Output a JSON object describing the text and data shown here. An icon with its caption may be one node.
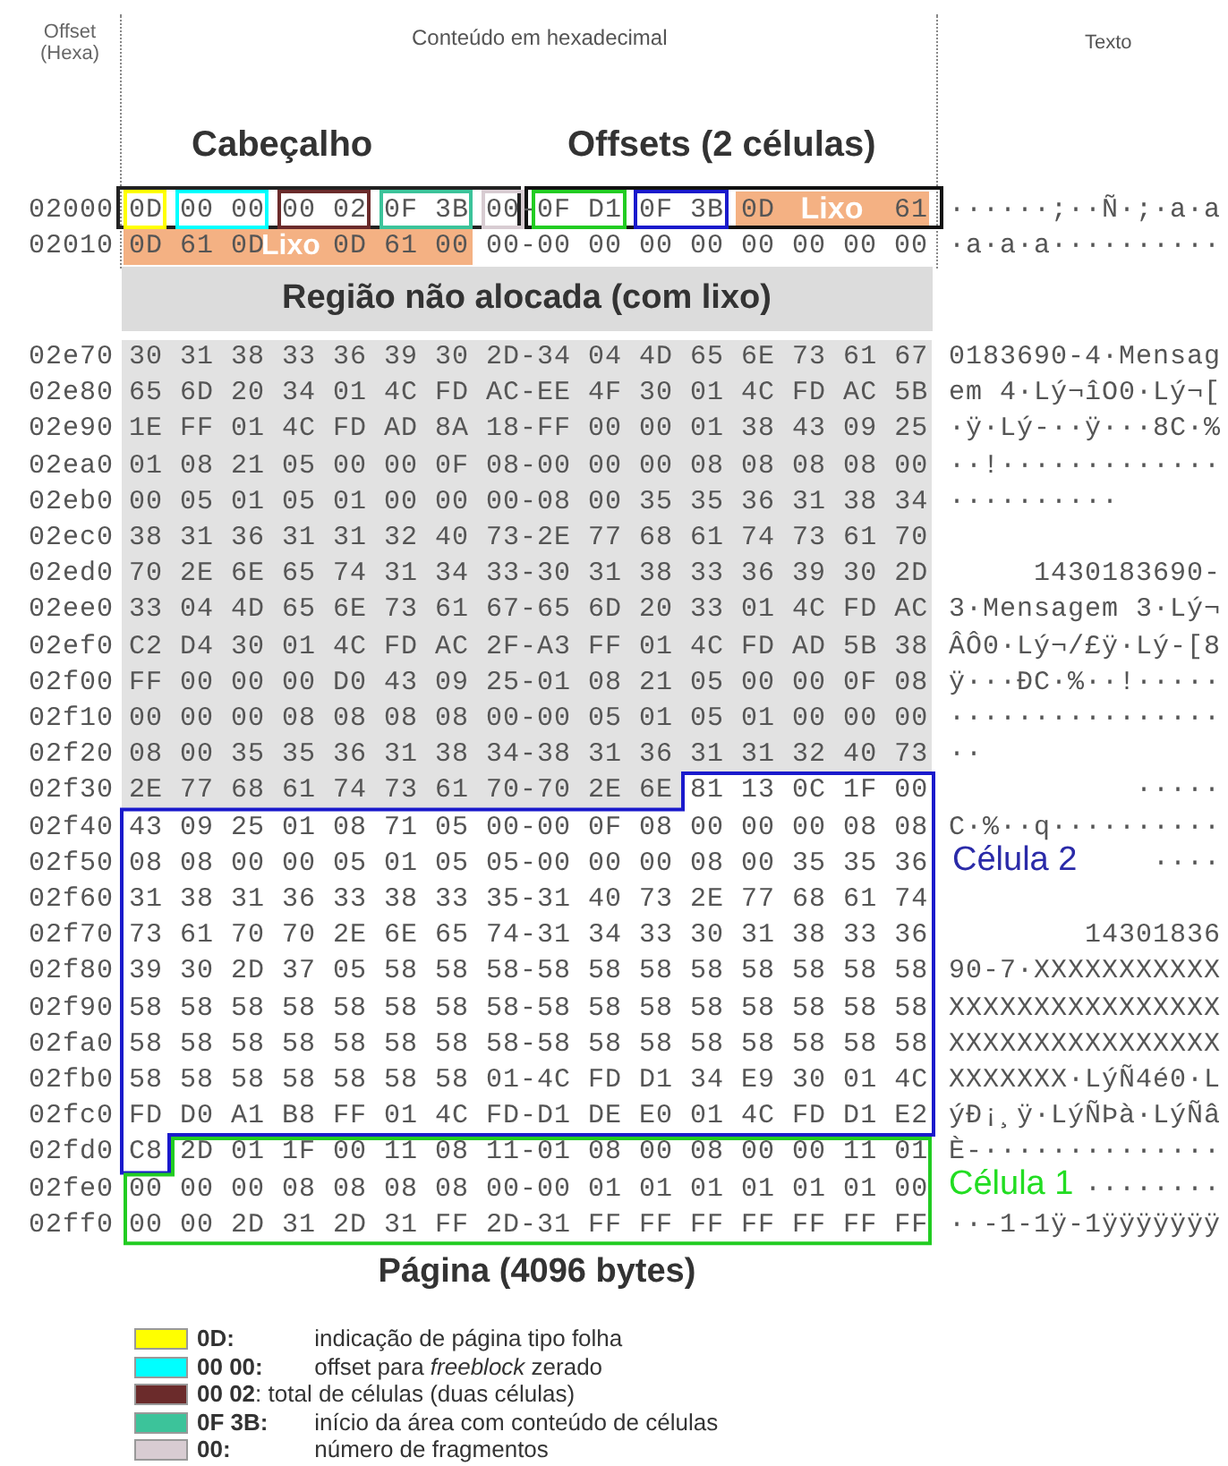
{
  "diagram": {
    "caption": "Página (4096 bytes)",
    "nodes": [
      {
        "text": [
          "Cabeçalho"
        ]
      },
      {
        "text": [
          "Offsets (2 células)"
        ]
      },
      {
        "text": [
          "Lixo"
        ],
        "in": 1
      },
      {
        "text": [
          "Lixo"
        ]
      },
      {
        "text": [
          "Região não alocada (com lixo)"
        ]
      },
      {
        "text": [
          "Célula 2"
        ]
      },
      {
        "text": [
          "Célula 1"
        ]
      }
    ],
    "edges": [],
    "labels": [
      "Offset (Hexa)",
      "Conteúdo em hexadecimal",
      "Texto",
      "02000",
      "0D 00 00 00 02 0F 3B 00-0F D1 0F 3B 0D",
      "61",
      "······;··Ñ·;·a·a",
      "02010",
      "0D 61 0D",
      "0D 61 00 00-00 00 00 00 00 00 00 00",
      "·a·a·a··········",
      "02e70",
      "30 31 38 33 36 39 30 2D-34 04 4D 65 6E 73 61 67",
      "0183690-4·Mensag",
      "02e80",
      "65 6D 20 34 01 4C FD AC-EE 4F 30 01 4C FD AC 5B",
      "em 4·Lý¬îO0·Lý¬[",
      "02e90",
      "1E FF 01 4C FD AD 8A 18-FF 00 00 01 38 43 09 25",
      "·ÿ·Lý-··ÿ···8C·%",
      "02ea0",
      "01 08 21 05 00 00 0F 08-00 00 00 08 08 08 08 00",
      "··!·············",
      "02eb0",
      "00 05 01 05 01 00 00 00-08 00 35 35 36 31 38 34",
      "··········",
      "02ec0",
      "38 31 36 31 31 32 40 73-2E 77 68 61 74 73 61 70",
      "02ed0",
      "70 2E 6E 65 74 31 34 33-30 31 38 33 36 39 30 2D",
      "1430183690-",
      "02ee0",
      "33 04 4D 65 6E 73 61 67-65 6D 20 33 01 4C FD AC",
      "3·Mensagem 3·Lý¬",
      "02ef0",
      "C2 D4 30 01 4C FD AC 2F-A3 FF 01 4C FD AD 5B 38",
      "ÂÔ0·Lý¬/£ÿ·Lý-[8",
      "02f00",
      "FF 00 00 00 D0 43 09 25-01 08 21 05 00 00 0F 08",
      "ÿ···ÐC·%··!·····",
      "02f10",
      "00 00 00 08 08 08 08 00-00 05 01 05 01 00 00 00",
      "················",
      "02f20",
      "08 00 35 35 36 31 38 34-38 31 36 31 31 32 40 73",
      "··",
      "02f30",
      "2E 77 68 61 74 73 61 70-70 2E 6E 81 13 0C 1F 00",
      "·····",
      "02f40",
      "43 09 25 01 08 71 05 00-00 0F 08 00 00 00 08 08",
      "C·%··q··········",
      "02f50",
      "08 08 00 00 05 01 05 05-00 00 00 08 00 35 35 36",
      "····",
      "02f60",
      "31 38 31 36 33 38 33 35-31 40 73 2E 77 68 61 74",
      "02f70",
      "73 61 70 70 2E 6E 65 74-31 34 33 30 31 38 33 36",
      "14301836",
      "02f80",
      "39 30 2D 37 05 58 58 58-58 58 58 58 58 58 58 58",
      "90-7·XXXXXXXXXXX",
      "02f90",
      "58 58 58 58 58 58 58 58-58 58 58 58 58 58 58 58",
      "XXXXXXXXXXXXXXXX",
      "02fa0",
      "58 58 58 58 58 58 58 58-58 58 58 58 58 58 58 58",
      "XXXXXXXXXXXXXXXX",
      "02fb0",
      "58 58 58 58 58 58 58 01-4C FD D1 34 E9 30 01 4C",
      "XXXXXXX·LýÑ4é0·L",
      "02fc0",
      "FD D0 A1 B8 FF 01 4C FD-D1 DE E0 01 4C FD D1 E2",
      "ýÐ¡¸ÿ·LýÑÞà·LýÑâ",
      "02fd0",
      "C8 2D 01 1F 00 11 08 11-01 08 00 08 00 00 11 01",
      "È-··············",
      "02fe0",
      "00 00 00 08 08 08 08 00-00 01 01 01 01 01 01 00",
      "········",
      "02ff0",
      "00 00 2D 31 2D 31 FF 2D-31 FF FF FF FF FF FF FF",
      "··-1-1ÿ-1ÿÿÿÿÿÿÿ"
    ],
    "legend": [
      {
        "text": "**0D:** indicação de página tipo folha",
        "color": "#ffff00"
      },
      {
        "text": "**00 00:** offset para *freeblock* zerado",
        "color": "#00ffff"
      },
      {
        "text": "**00 02**: total de células (duas células)",
        "color": "#6b2b2b"
      },
      {
        "text": "**0F 3B:** início da área com conteúdo de células",
        "color": "#3cc39a"
      },
      {
        "text": "**00:** número de fragmentos",
        "color": "#d8ccd2"
      }
    ]
  }
}
